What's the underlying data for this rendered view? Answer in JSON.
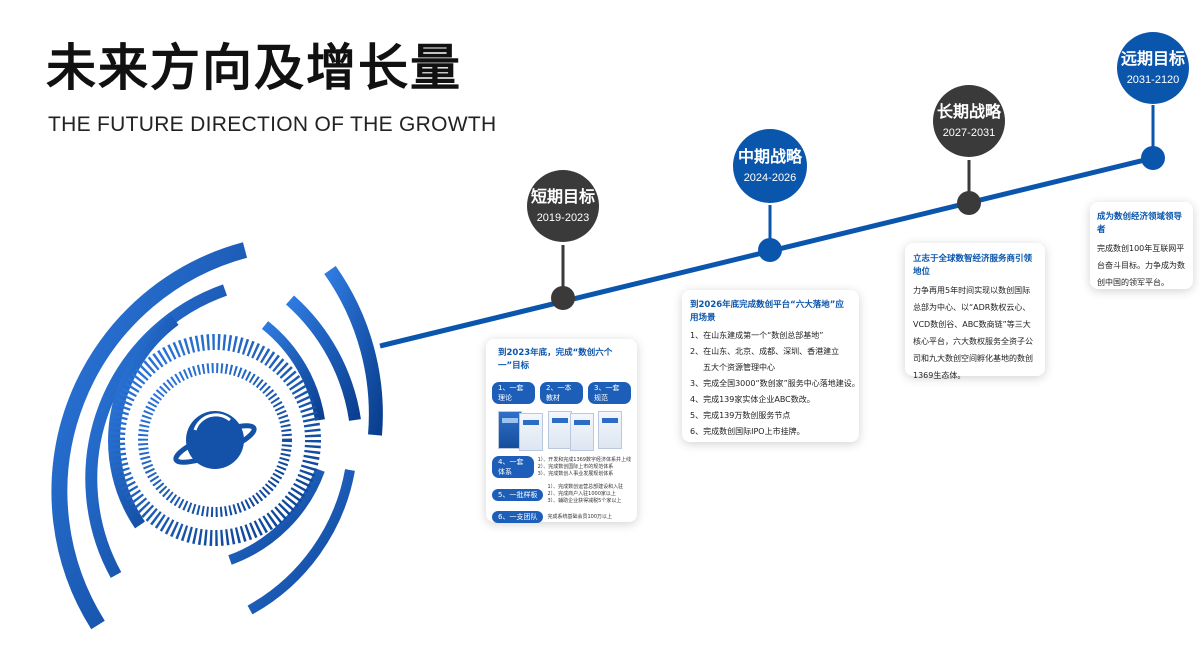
{
  "header": {
    "title_cn": "未来方向及增长量",
    "title_en": "THE FUTURE DIRECTION OF THE GROWTH"
  },
  "colors": {
    "accent_blue": "#0b56ad",
    "dark_gray": "#3a3a3a",
    "text": "#222222"
  },
  "milestones": [
    {
      "title": "短期目标",
      "years": "2019-2023"
    },
    {
      "title": "中期战略",
      "years": "2024-2026"
    },
    {
      "title": "长期战略",
      "years": "2027-2031"
    },
    {
      "title": "远期目标",
      "years": "2031-2120"
    }
  ],
  "card1": {
    "heading": "到2023年底，完成“数创六个一”目标",
    "pills": [
      "1、一套理论",
      "2、一本教材",
      "3、一套规范"
    ],
    "rows": [
      {
        "pill": "4、一套体系",
        "lines": [
          "1）、开发和完成1369数字经济体系并上线",
          "2）、完成数创国际上市的规范体系",
          "3）、完成数创人事业发展规划体系"
        ]
      },
      {
        "pill": "5、一批样板",
        "lines": [
          "1）、完成数创运营总部建设和入驻",
          "2）、完成商户入驻1000家以上",
          "3）、辅助企业获得减税5个家以上"
        ]
      },
      {
        "pill": "6、一支团队",
        "lines": [
          "完成系统基础会员100万以上"
        ]
      }
    ]
  },
  "card2": {
    "heading": "到2026年底完成数创平台“六大落地”应用场景",
    "items": [
      "1、在山东建成第一个“数创总部基地”",
      "2、在山东、北京、成都、深圳、香港建立",
      "五大个资源管理中心",
      "3、完成全国3000“数创家”服务中心落地建设。",
      "4、完成139家实体企业ABC数改。",
      "5、完成139万数创服务节点",
      "6、完成数创国际IPO上市挂牌。"
    ]
  },
  "card3": {
    "heading": "立志于全球数智经济服务商引领地位",
    "body": "力争再用5年时间实现以数创国际总部为中心、以“ADR数权云心、VCD数创谷、ABC数商链”等三大核心平台，六大数权服务全资子公司和九大数创空间孵化基地的数创1369生态体。"
  },
  "card4": {
    "heading": "成为数创经济领域领导者",
    "body": "完成数创100年互联网平台奋斗目标。力争成为数创中国的领军平台。"
  }
}
